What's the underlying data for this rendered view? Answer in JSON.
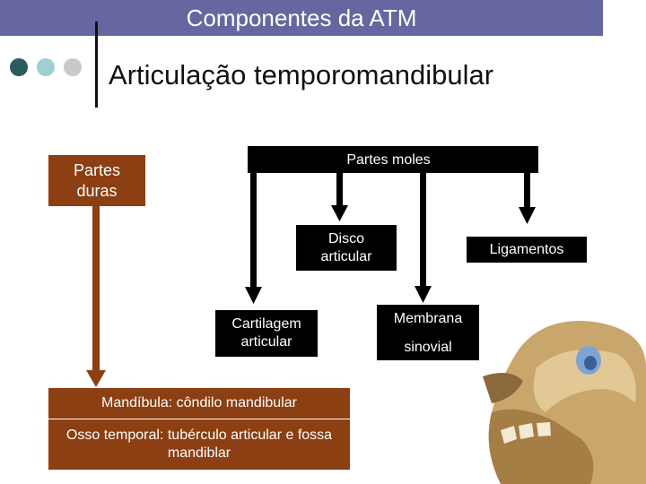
{
  "header": {
    "title": "Articulação temporomandibular",
    "dot_colors": [
      "#2b5a5f",
      "#9fcfd2",
      "#c9c9c9"
    ]
  },
  "banner": {
    "text": "Componentes da ATM"
  },
  "nodes": {
    "partes_duras": "Partes duras",
    "partes_moles": "Partes moles",
    "disco": "Disco articular",
    "ligamentos": "Ligamentos",
    "cartilagem": "Cartilagem articular",
    "membrana_1": "Membrana",
    "membrana_2": "sinovial",
    "mandibula": "Mandíbula: côndilo mandibular",
    "osso_temporal": "Osso temporal: tubérculo articular e fossa mandiblar"
  },
  "colors": {
    "banner": "#6667a0",
    "brown": "#8b3f12",
    "black": "#000000"
  }
}
